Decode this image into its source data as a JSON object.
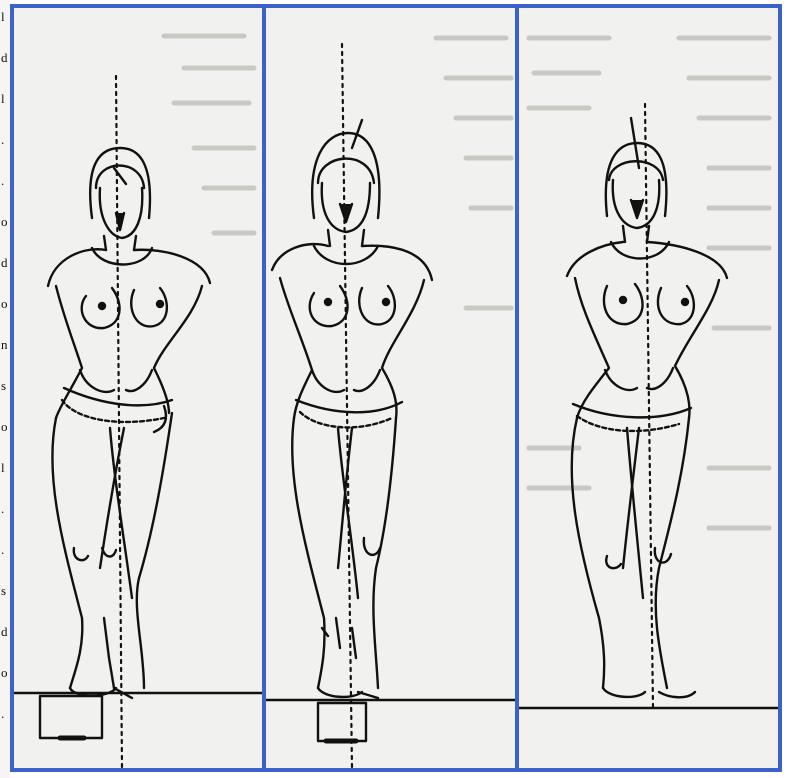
{
  "figure": {
    "frame_color": "#3a62c9",
    "paper_color": "#f1f1ef",
    "ink_color": "#111111",
    "panels": [
      {
        "id": "panel-1",
        "pose": "standing figure, plumb line right of centre, foot on block"
      },
      {
        "id": "panel-2",
        "pose": "standing figure, plumb line through centre, foot on block"
      },
      {
        "id": "panel-3",
        "pose": "standing figure, plumb line crossing, no block"
      }
    ]
  },
  "left_margin": {
    "glyphs": [
      "l",
      "d",
      "l",
      ".",
      ".",
      "o",
      "d",
      "o",
      "n",
      "s",
      "o",
      "l",
      ".",
      ".",
      "s",
      "d",
      "o",
      "."
    ]
  }
}
